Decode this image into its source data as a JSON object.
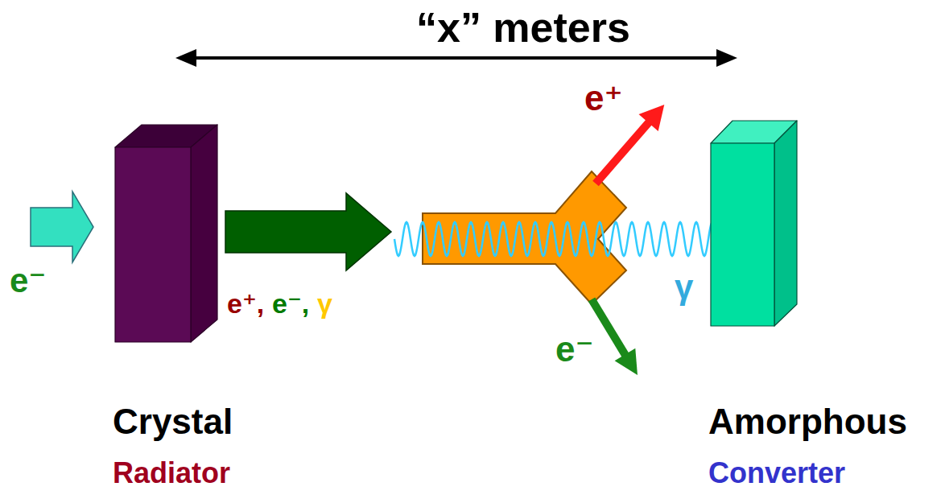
{
  "diagram": {
    "nodes": [
      {
        "text": [
          "Crystal",
          "Radiator"
        ]
      },
      {
        "text": [
          "Amorphous",
          "Converter"
        ]
      }
    ],
    "labels": [
      "“x” meters",
      "e⁻",
      "e⁺,",
      "e⁻,",
      "γ",
      "e⁺",
      "e⁻",
      "γ"
    ]
  }
}
